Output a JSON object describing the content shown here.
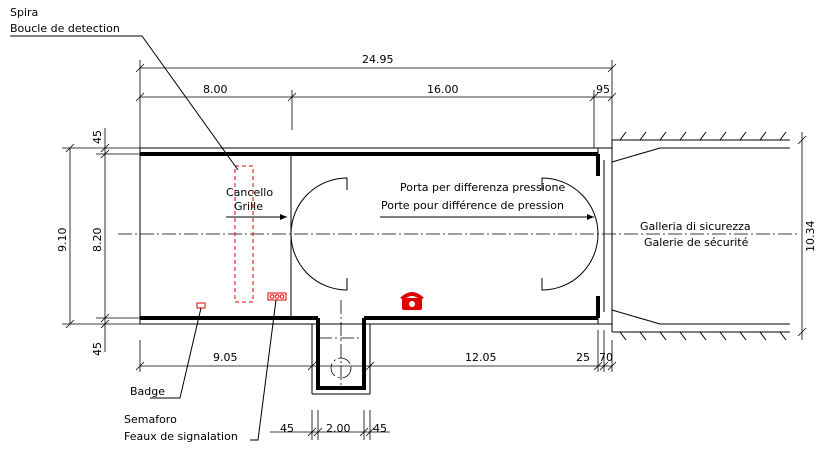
{
  "labels": {
    "loop_it": "Spira",
    "loop_fr": "Boucle de detection",
    "gate_it": "Cancello",
    "gate_fr": "Grille",
    "door_it": "Porta per differenza pressione",
    "door_fr": "Porte pour différence de pression",
    "gallery_it": "Galleria di sicurezza",
    "gallery_fr": "Galerie de sécurité",
    "badge": "Badge",
    "semaphore_it": "Semaforo",
    "semaphore_fr": "Feaux de signalation"
  },
  "dimensions": {
    "total_length": "24.95",
    "seg_left": "8.00",
    "seg_mid": "16.00",
    "seg_right": "95",
    "outer_height": "9.10",
    "inner_height": "8.20",
    "top_wall": "45",
    "bottom_wall": "45",
    "gallery_height": "10.34",
    "bottom_left": "9.05",
    "bottom_right": "12.05",
    "bottom_small_1": "25",
    "bottom_small_2": "70",
    "niche_wall_left": "45",
    "niche_width": "2.00",
    "niche_wall_right": "45"
  },
  "colors": {
    "line": "#000000",
    "equipment": "#e00000"
  },
  "icons": {
    "phone": "phone-icon"
  }
}
